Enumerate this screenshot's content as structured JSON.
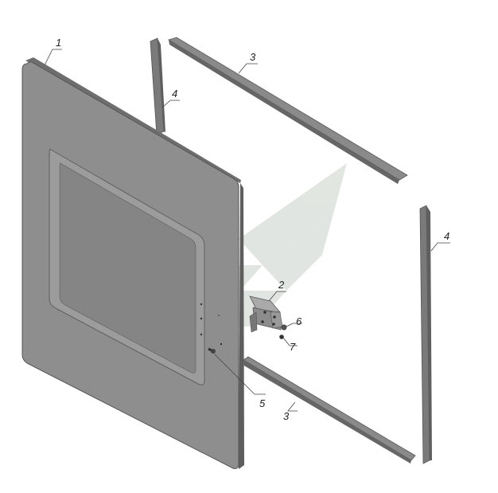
{
  "callouts": [
    {
      "id": "door-panel",
      "label": "1"
    },
    {
      "id": "bracket",
      "label": "2"
    },
    {
      "id": "seal-strip-top",
      "label": "3"
    },
    {
      "id": "seal-strip-bottom",
      "label": "3"
    },
    {
      "id": "seal-strip-left",
      "label": "4"
    },
    {
      "id": "seal-strip-right",
      "label": "4"
    },
    {
      "id": "stud",
      "label": "5"
    },
    {
      "id": "washer",
      "label": "6"
    },
    {
      "id": "nut",
      "label": "7"
    }
  ],
  "colors": {
    "panel_face": "#8e8e8e",
    "panel_edge": "#6e6e6e",
    "recess": "#858585",
    "recess_rim": "#9c9c9c",
    "strip": "#7a7a7a",
    "watermark": "#c9d1c9"
  }
}
